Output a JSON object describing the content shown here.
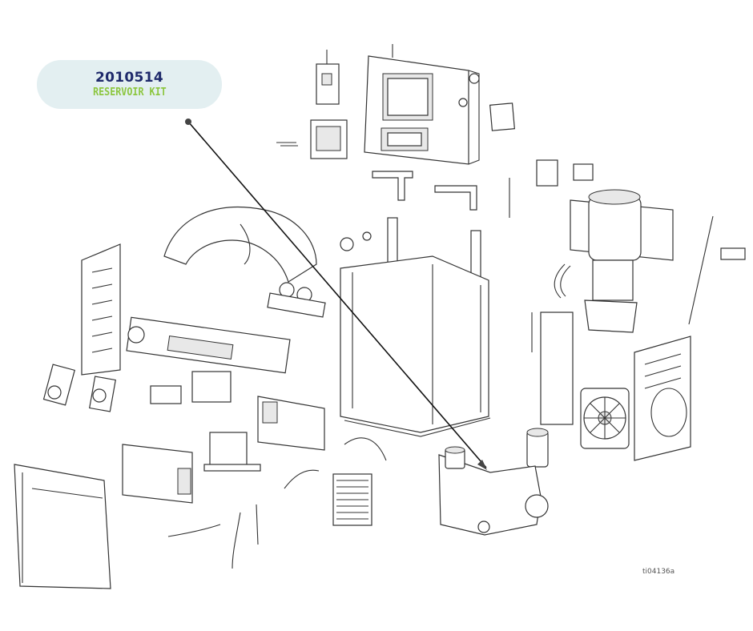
{
  "callout": {
    "part_number": "2010514",
    "part_name": "RESERVOIR KIT",
    "bg_color": "#e3eff1",
    "number_color": "#1f2a6b",
    "name_color": "#8cc63f"
  },
  "figure_id": "ti04136a"
}
